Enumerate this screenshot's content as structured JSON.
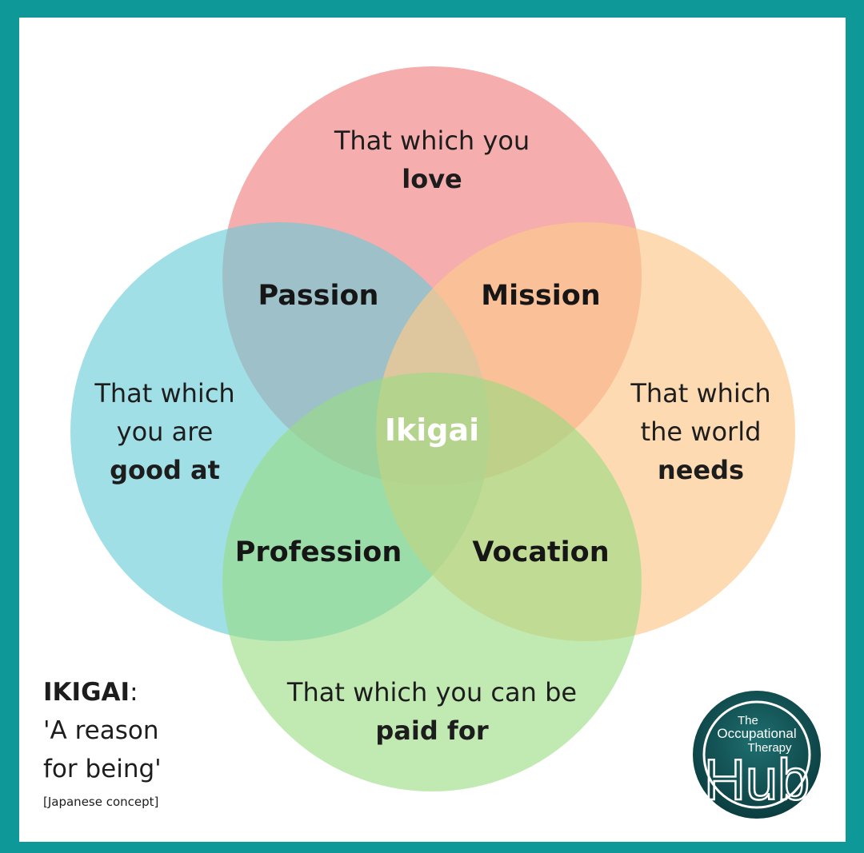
{
  "colors": {
    "border": "#0e9898",
    "love": "#f49898",
    "good_at": "#68ccd8",
    "world_needs": "#fcc88c",
    "paid_for": "#98dc80",
    "logo_dark": "#0b3d40",
    "logo_accent": "#5fd0d6"
  },
  "circles": {
    "love": {
      "line1": "That which you",
      "line2": "love"
    },
    "good_at": {
      "line1": "That which",
      "line2": "you are",
      "line3": "good at"
    },
    "world_needs": {
      "line1": "That which",
      "line2": "the world",
      "line3": "needs"
    },
    "paid_for": {
      "line1": "That which you can be",
      "line2": "paid for"
    }
  },
  "overlaps": {
    "passion": "Passion",
    "mission": "Mission",
    "profession": "Profession",
    "vocation": "Vocation"
  },
  "center": "Ikigai",
  "note": {
    "title": "IKIGAI",
    "colon": ":",
    "line1": "'A reason",
    "line2": "for being'",
    "footnote": "[Japanese concept]"
  },
  "logo": {
    "line1": "The",
    "line2": "Occupational",
    "line3": "Therapy",
    "word": "Hub"
  }
}
